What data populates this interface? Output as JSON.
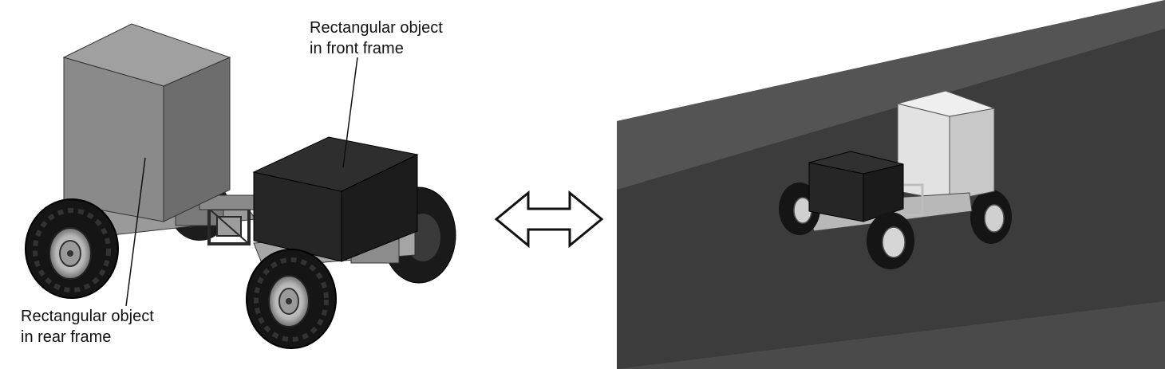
{
  "annotations": {
    "front": {
      "line1": "Rectangular object",
      "line2": "in front frame"
    },
    "rear": {
      "line1": "Rectangular object",
      "line2": "in rear frame"
    }
  },
  "colors": {
    "rear_box": "#8a8a8a",
    "front_box": "#262626",
    "sim_background": "#3c3c3c",
    "sim_band": "#4f4f4f",
    "sim_rear_box": "#d6d6d6",
    "sim_front_box": "#262626",
    "tire": "#1a1a1a",
    "rim": "#c4c4c4"
  },
  "icons": {
    "equivalence": "double-headed-arrow-icon"
  }
}
